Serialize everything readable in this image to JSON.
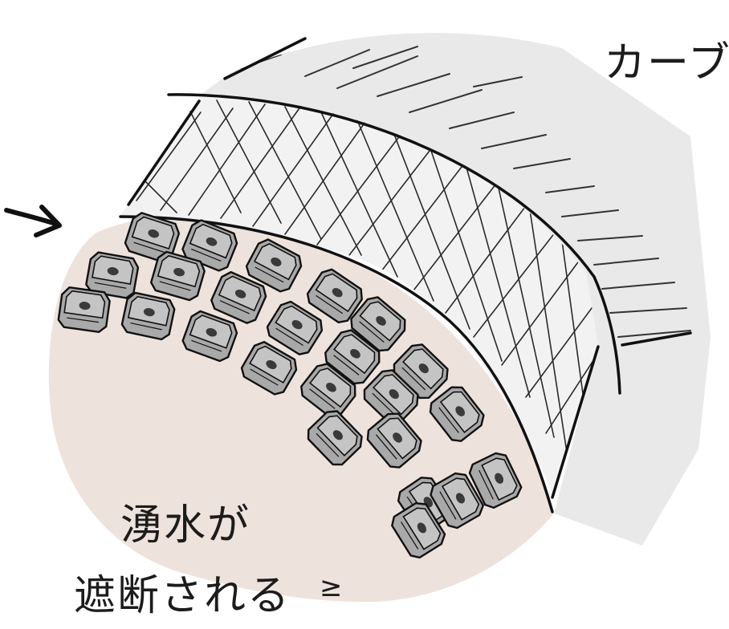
{
  "labels": {
    "curve": "カーブ",
    "water_line1": "湧水が",
    "water_line2": "遮断される",
    "fragment": "≥"
  },
  "colors": {
    "ground": "#eee3dc",
    "mesh_fill": "#efefef",
    "shadow_fill": "#e6e6e6",
    "block_fill": "#a9a9a9",
    "block_top": "#c4c4c4",
    "outline": "#111111"
  },
  "icons": {
    "arrow": "arrow-right-icon"
  }
}
